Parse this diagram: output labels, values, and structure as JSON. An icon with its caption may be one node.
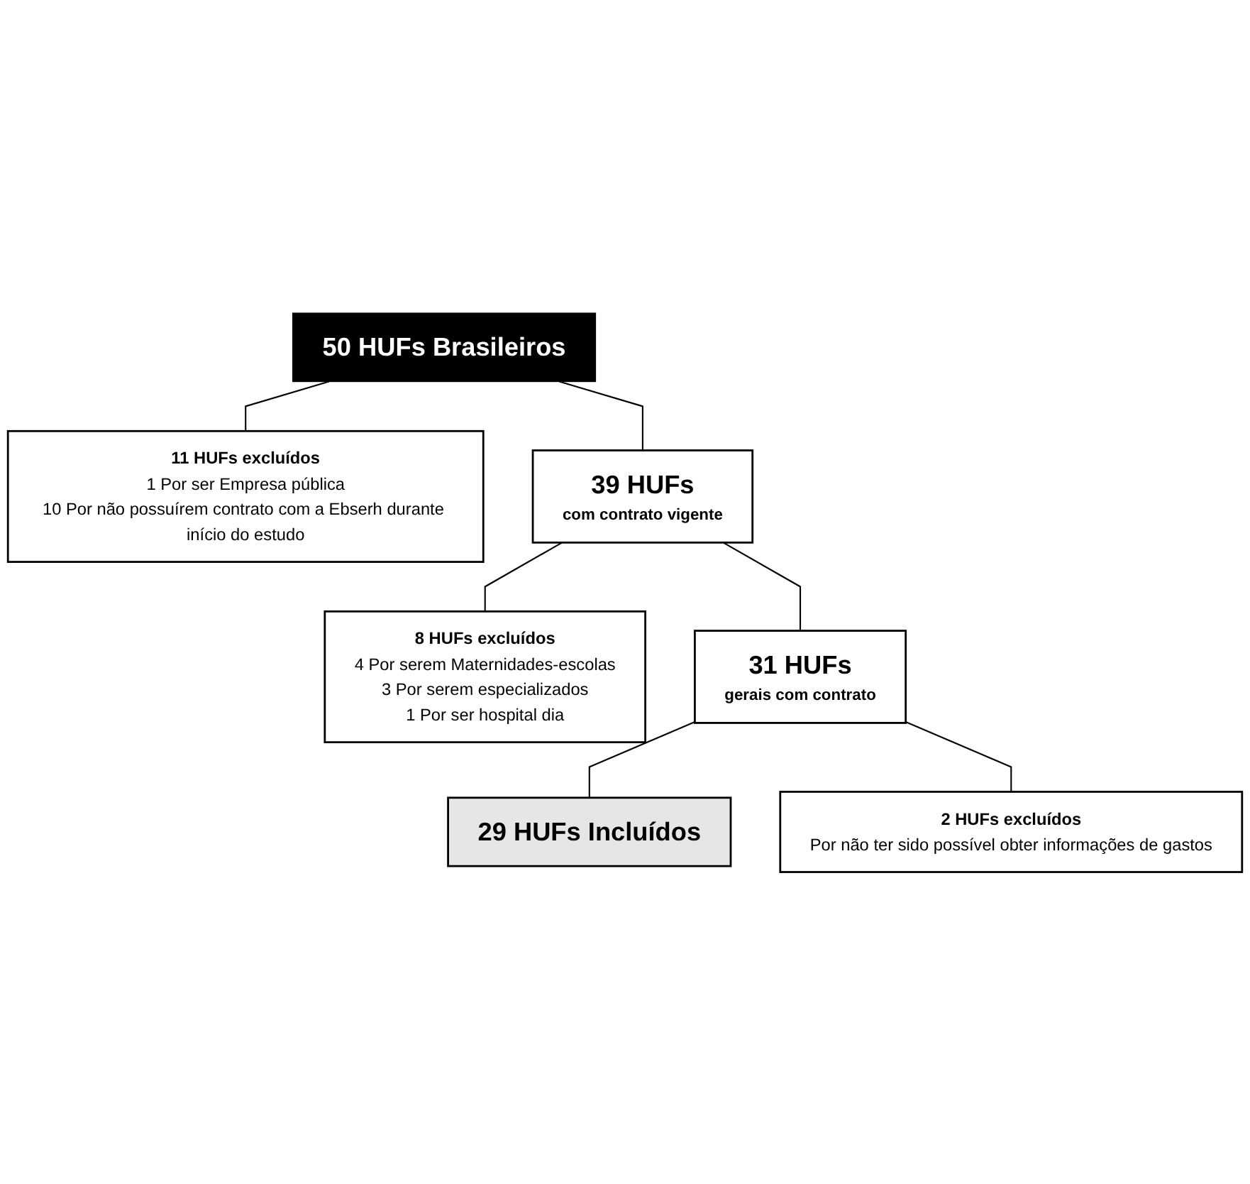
{
  "diagram": {
    "nodes": [
      {
        "text": [
          "50 HUFs Brasileiros"
        ]
      },
      {
        "text": [
          "11 HUFs excluídos",
          "1 Por ser Empresa pública",
          "10 Por não possuírem contrato com a Ebserh durante início do estudo"
        ]
      },
      {
        "text": [
          "39 HUFs",
          "com contrato vigente"
        ]
      },
      {
        "text": [
          "8 HUFs excluídos",
          "4 Por serem Maternidades-escolas",
          "3 Por serem especializados",
          "1 Por ser hospital dia"
        ]
      },
      {
        "text": [
          "31 HUFs",
          "gerais com contrato"
        ]
      },
      {
        "text": [
          "2 HUFs excluídos",
          "Por não ter sido possível obter informações de gastos"
        ]
      },
      {
        "text": [
          "29 HUFs Incluídos"
        ]
      }
    ],
    "edges": [
      {
        "from": 0,
        "to": 2,
        "arrow": "none"
      },
      {
        "from": 0,
        "to": 1,
        "arrow": "none"
      },
      {
        "from": 2,
        "to": 4,
        "arrow": "none"
      },
      {
        "from": 2,
        "to": 3,
        "arrow": "none"
      },
      {
        "from": 4,
        "to": 6,
        "arrow": "none"
      },
      {
        "from": 4,
        "to": 5,
        "arrow": "none"
      }
    ]
  }
}
